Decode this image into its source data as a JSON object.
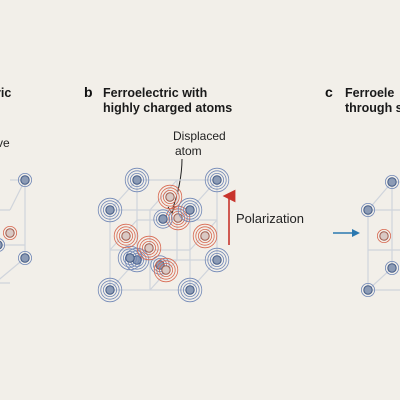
{
  "panels": [
    {
      "id": "a",
      "letter": "",
      "title_lines": [
        "ric"
      ],
      "annotation": "ve"
    },
    {
      "id": "b",
      "letter": "b",
      "title_lines": [
        "Ferroelectric with",
        "highly charged atoms"
      ],
      "annotation_lines": [
        "Displaced",
        "atom"
      ],
      "arrow_label": "Polarization"
    },
    {
      "id": "c",
      "letter": "c",
      "title_lines": [
        "Ferroele",
        "through s"
      ]
    }
  ],
  "colors": {
    "background": "#f2efe9",
    "lattice_line": "#cfd4dc",
    "blue_ring": "#6f86b6",
    "blue_atom_fill": "#8c9bb5",
    "blue_atom_stroke": "#425a86",
    "red_ring": "#d8674f",
    "red_atom_fill": "#d9c9c4",
    "polarization_arrow": "#c8342c",
    "incoming_arrow": "#2a78b0"
  },
  "icons": [
    "polarization-arrow-icon",
    "incoming-field-arrow-icon",
    "pointer-arrow-icon"
  ]
}
